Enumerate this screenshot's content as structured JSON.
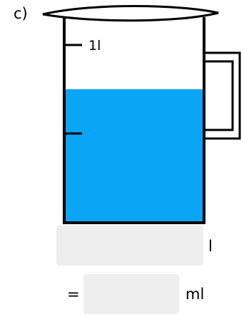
{
  "exercise": {
    "part_label": "c)"
  },
  "jug": {
    "scale_label": "1l",
    "water_color": "#0aa5f5",
    "outline_color": "#000000",
    "water_level_fraction": 0.75
  },
  "answers": {
    "liters": {
      "value": "",
      "unit": "l"
    },
    "milliliters": {
      "prefix": "=",
      "value": "",
      "unit": "ml"
    }
  },
  "colors": {
    "input_bg": "#eeeeee"
  }
}
